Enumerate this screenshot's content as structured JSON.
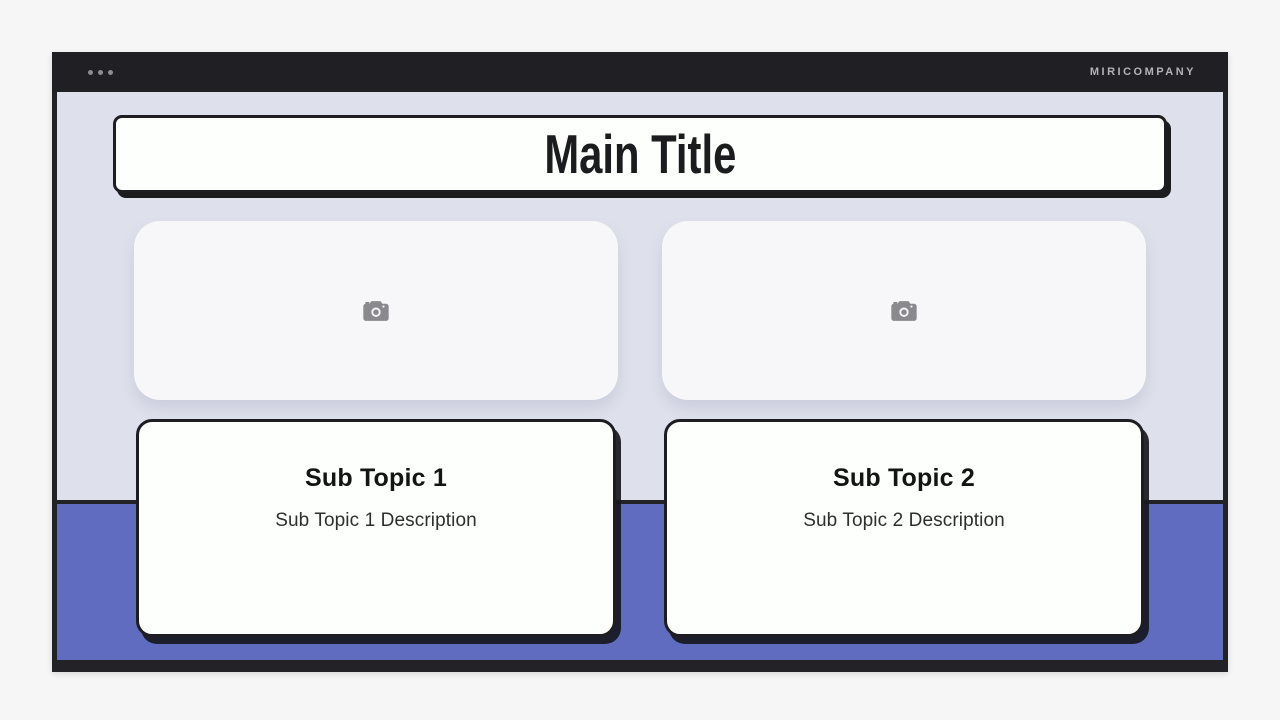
{
  "topbar": {
    "brand": "MIRICOMPANY",
    "menu_icon": "ellipsis-icon"
  },
  "slide": {
    "title": "Main Title",
    "columns": [
      {
        "image_placeholder_icon": "camera-icon",
        "heading": "Sub Topic 1",
        "description": "Sub Topic 1 Description"
      },
      {
        "image_placeholder_icon": "camera-icon",
        "heading": "Sub Topic 2",
        "description": "Sub Topic 2 Description"
      }
    ]
  },
  "colors": {
    "page_background": "#f6f6f6",
    "frame_dark": "#232327",
    "topbar_background": "#202024",
    "canvas_lavender": "#dee0eb",
    "footer_purple": "#5f6cc0",
    "card_white": "#fdfffd",
    "placeholder_gray": "#f7f7f9",
    "icon_gray": "#8a8a8e",
    "brand_text": "#b4b4b7"
  }
}
